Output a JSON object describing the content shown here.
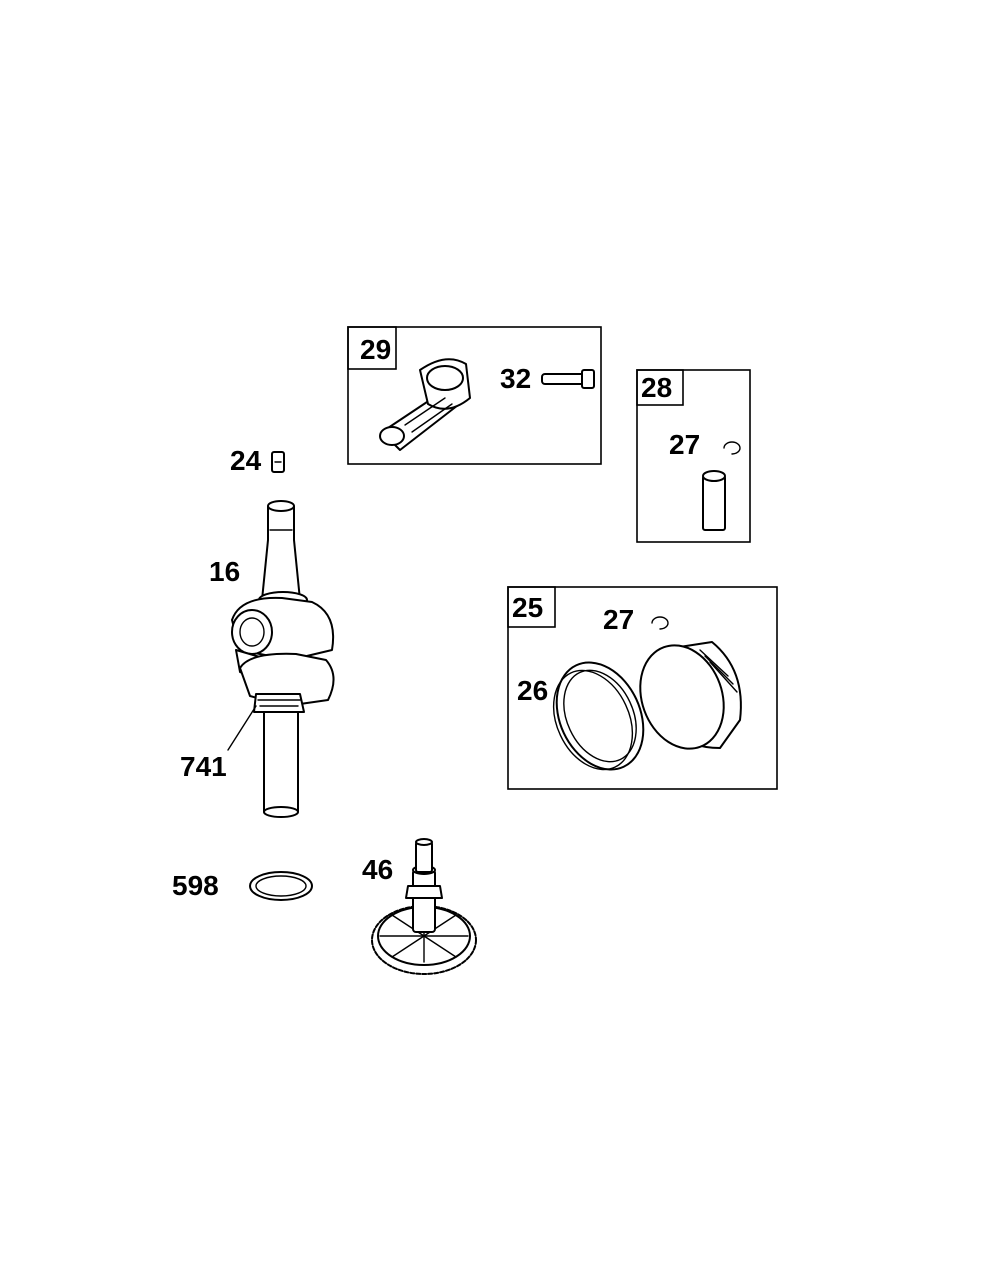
{
  "callouts": {
    "c24": "24",
    "c16": "16",
    "c741": "741",
    "c598": "598",
    "c46": "46",
    "c32": "32",
    "c27a": "27",
    "c27b": "27",
    "c26": "26"
  },
  "group_boxes": {
    "g29": "29",
    "g28": "28",
    "g25": "25"
  }
}
